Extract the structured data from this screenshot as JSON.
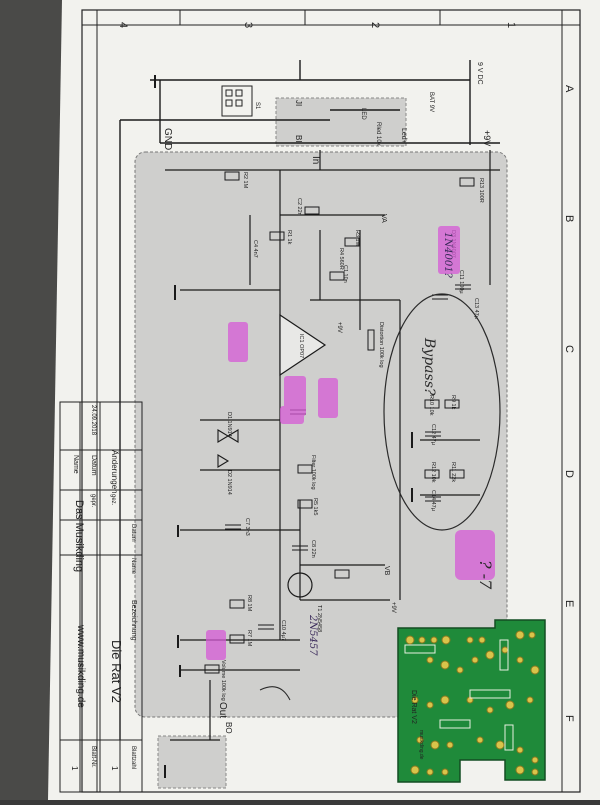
{
  "frame": {
    "columns": [
      "A",
      "B",
      "C",
      "D",
      "E",
      "F"
    ],
    "rows": [
      "1",
      "2",
      "3",
      "4"
    ]
  },
  "title_block": {
    "aenderungen": "Änderungen",
    "datum_label": "Datum",
    "name_label": "Name",
    "datum_value": "24.09.2018",
    "gez_label": "gez.",
    "gepr_label": "gepr.",
    "datum_col": "Datum",
    "name_col": "Name",
    "bezeichnung_label": "Bezeichnung",
    "title": "Die Rat V2",
    "company": "Das Musikding",
    "website": "www.musikding.de",
    "blattzahl_label": "Blattzahl",
    "blatt_nr_label": "Blatt-Nr.",
    "blattzahl_value": "1",
    "blatt_nr_value": "1"
  },
  "schematic": {
    "power": {
      "dc_jack": "9 V DC",
      "bat": "BAT 9V",
      "led": "LED",
      "rled": "Rled 10k",
      "led_plus": "Led+",
      "plus9v": "+9V"
    },
    "nets": {
      "gnd": "GND",
      "in": "In",
      "out": "Out",
      "va": "VA",
      "vb": "VB",
      "plus9v_a": "+9V",
      "plus9v_b": "+9V"
    },
    "switches": {
      "sw_in": "S1",
      "bi": "BI",
      "ji": "JI",
      "bo": "BO"
    },
    "components": [
      {
        "ref": "R13",
        "value": "100R"
      },
      {
        "ref": "R2",
        "value": "1M"
      },
      {
        "ref": "C2",
        "value": "22n"
      },
      {
        "ref": "R1",
        "value": "1k"
      },
      {
        "ref": "R3",
        "value": "1M"
      },
      {
        "ref": "C1",
        "value": "10n"
      },
      {
        "ref": "D3",
        "value": "1N4007"
      },
      {
        "ref": "C11",
        "value": "100µ"
      },
      {
        "ref": "C13",
        "value": "47µ"
      },
      {
        "ref": "IC1",
        "value": "OP07"
      },
      {
        "ref": "C4",
        "value": "4n7"
      },
      {
        "ref": "R4",
        "value": "560R"
      },
      {
        "ref": "Distortion",
        "value": "100k log"
      },
      {
        "ref": "R10",
        "value": "10k"
      },
      {
        "ref": "R9",
        "value": "1k"
      },
      {
        "ref": "C12",
        "value": "47µ"
      },
      {
        "ref": "R11",
        "value": "22k"
      },
      {
        "ref": "R12",
        "value": "10k"
      },
      {
        "ref": "C14",
        "value": "47µ"
      },
      {
        "ref": "D1",
        "value": "1N914"
      },
      {
        "ref": "D2",
        "value": "1N914"
      },
      {
        "ref": "Filter",
        "value": "100k log"
      },
      {
        "ref": "R5",
        "value": "1k5"
      },
      {
        "ref": "C8",
        "value": "22n"
      },
      {
        "ref": "C7",
        "value": "3n3"
      },
      {
        "ref": "T1",
        "value": "2N5458"
      },
      {
        "ref": "R8",
        "value": "1M"
      },
      {
        "ref": "R7",
        "value": "1M"
      },
      {
        "ref": "Volume",
        "value": "100k log"
      },
      {
        "ref": "C10",
        "value": "4µ7"
      }
    ]
  },
  "annotations": {
    "note_1": "1N4001?",
    "note_2": "2N5457",
    "note_3": "Bypass?",
    "note_4": "? -7"
  },
  "pcb": {
    "label": "Die Rat V2",
    "site": "musikding.de"
  },
  "colors": {
    "paper": "#f4f4f0",
    "shade": "#cfcfcd",
    "highlight": "#d65ad6",
    "pcb_green": "#1f8a3a",
    "ink": "#1a1a1a",
    "pen": "#2a2a2a"
  }
}
